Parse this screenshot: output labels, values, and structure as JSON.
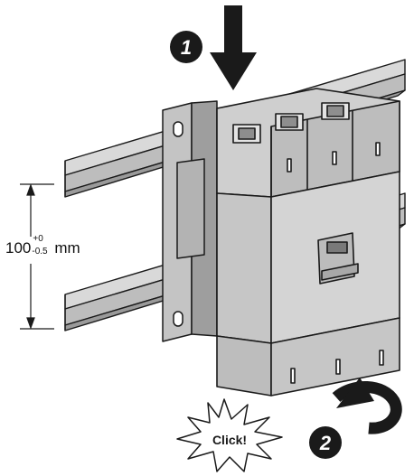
{
  "steps": {
    "step1": "1",
    "step2": "2"
  },
  "callout": {
    "click_text": "Click!"
  },
  "dimension": {
    "value": "100",
    "tol_plus": "+0",
    "tol_minus": "-0.5",
    "unit": "mm"
  },
  "colors": {
    "body_gray": "#c8c8c8",
    "dark_gray": "#8c8c8c",
    "outline": "#1a1a1a",
    "badge": "#1a1a1a",
    "badge_text": "#ffffff"
  }
}
